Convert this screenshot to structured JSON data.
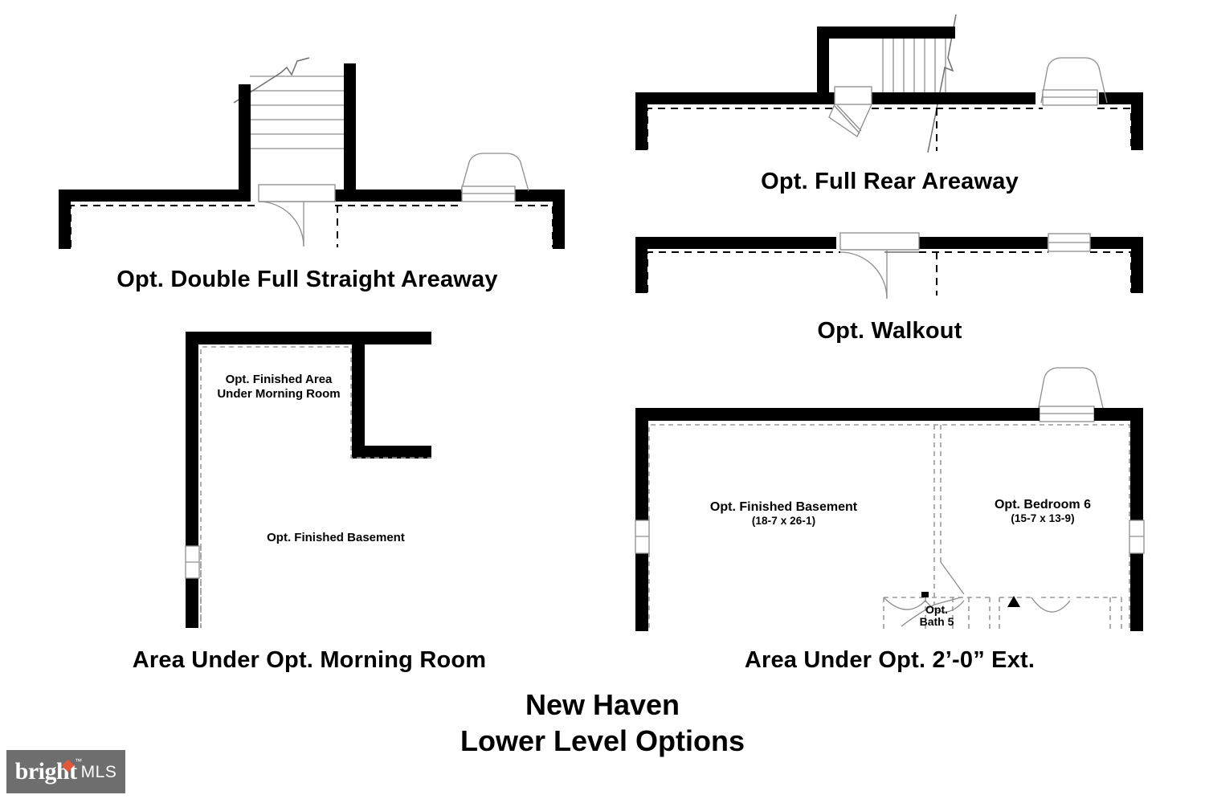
{
  "sheet": {
    "title_line1": "New Haven",
    "title_line2": "Lower Level Options",
    "background_color": "#ffffff",
    "wall_color": "#000000",
    "line_color": "#000000",
    "thin_line_color": "#7a7a7a"
  },
  "plans": {
    "double_full_straight_areaway": {
      "caption": "Opt. Double Full Straight Areaway",
      "features": [
        "stair-run",
        "break-line",
        "swing-door",
        "window-well",
        "foundation-wall",
        "dashed-footing"
      ]
    },
    "full_rear_areaway": {
      "caption": "Opt. Full Rear Areaway",
      "features": [
        "stair-run",
        "break-line",
        "double-door",
        "window-well",
        "foundation-wall",
        "dashed-footing"
      ]
    },
    "walkout": {
      "caption": "Opt. Walkout",
      "features": [
        "swing-door",
        "window",
        "foundation-wall",
        "dashed-footing"
      ]
    },
    "area_under_morning_room": {
      "caption": "Area Under Opt. Morning Room",
      "labels": [
        {
          "name": "finished-area-under-morning-room",
          "line1": "Opt. Finished Area",
          "line2": "Under Morning Room"
        },
        {
          "name": "finished-basement",
          "line1": "Opt. Finished Basement"
        }
      ],
      "features": [
        "foundation-wall",
        "dashed-footing",
        "window"
      ]
    },
    "area_under_2_0_ext": {
      "caption": "Area Under Opt. 2’-0” Ext.",
      "rooms": [
        {
          "name": "finished-basement",
          "label": "Opt. Finished Basement",
          "dimensions": "(18-7 x 26-1)"
        },
        {
          "name": "bedroom-6",
          "label": "Opt. Bedroom 6",
          "dimensions": "(15-7 x 13-9)"
        },
        {
          "name": "bath-5",
          "label_line1": "Opt.",
          "label_line2": "Bath 5"
        }
      ],
      "features": [
        "foundation-wall",
        "dashed-footing",
        "window-well",
        "window",
        "partition-wall",
        "bath-fixtures",
        "closet"
      ]
    }
  },
  "watermark": {
    "brand": "bright",
    "trademark": "™",
    "suffix": "MLS",
    "background_color": "#6e6e6e",
    "accent_color": "#e4573d"
  }
}
